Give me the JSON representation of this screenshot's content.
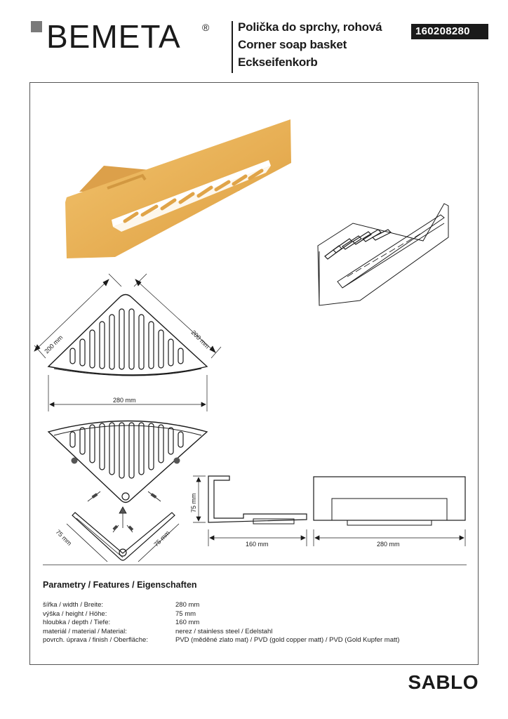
{
  "brand": {
    "name": "BEMETA",
    "registered": "®"
  },
  "header": {
    "titles": [
      "Polička do sprchy, rohová",
      "Corner soap basket",
      "Eckseifenkorb"
    ],
    "product_code": "160208280"
  },
  "drawing": {
    "dims": {
      "top_left": "200 mm",
      "top_right": "200 mm",
      "top_width": "280 mm",
      "mount_left": "75 mm",
      "mount_right": "75 mm",
      "side_height": "75 mm",
      "side_depth": "160 mm",
      "front_width": "280 mm"
    }
  },
  "params": {
    "heading": "Parametry / Features / Eigenschaften",
    "rows": [
      {
        "label": "šířka / width / Breite:",
        "value": "280 mm"
      },
      {
        "label": "výška / height / Höhe:",
        "value": "75 mm"
      },
      {
        "label": "hloubka / depth / Tiefe:",
        "value": "160 mm"
      },
      {
        "label": "materiál / material / Material:",
        "value": "nerez / stainless steel / Edelstahl"
      },
      {
        "label": "povrch. úprava / finish / Oberfläche:",
        "value": "PVD (měděné zlato mat) / PVD (gold copper matt) / PVD (Gold Kupfer matt)"
      }
    ]
  },
  "series": "SABLO",
  "colors": {
    "gold": "#e8b257",
    "gold_dark": "#c98f35",
    "ink": "#1a1a1a"
  }
}
